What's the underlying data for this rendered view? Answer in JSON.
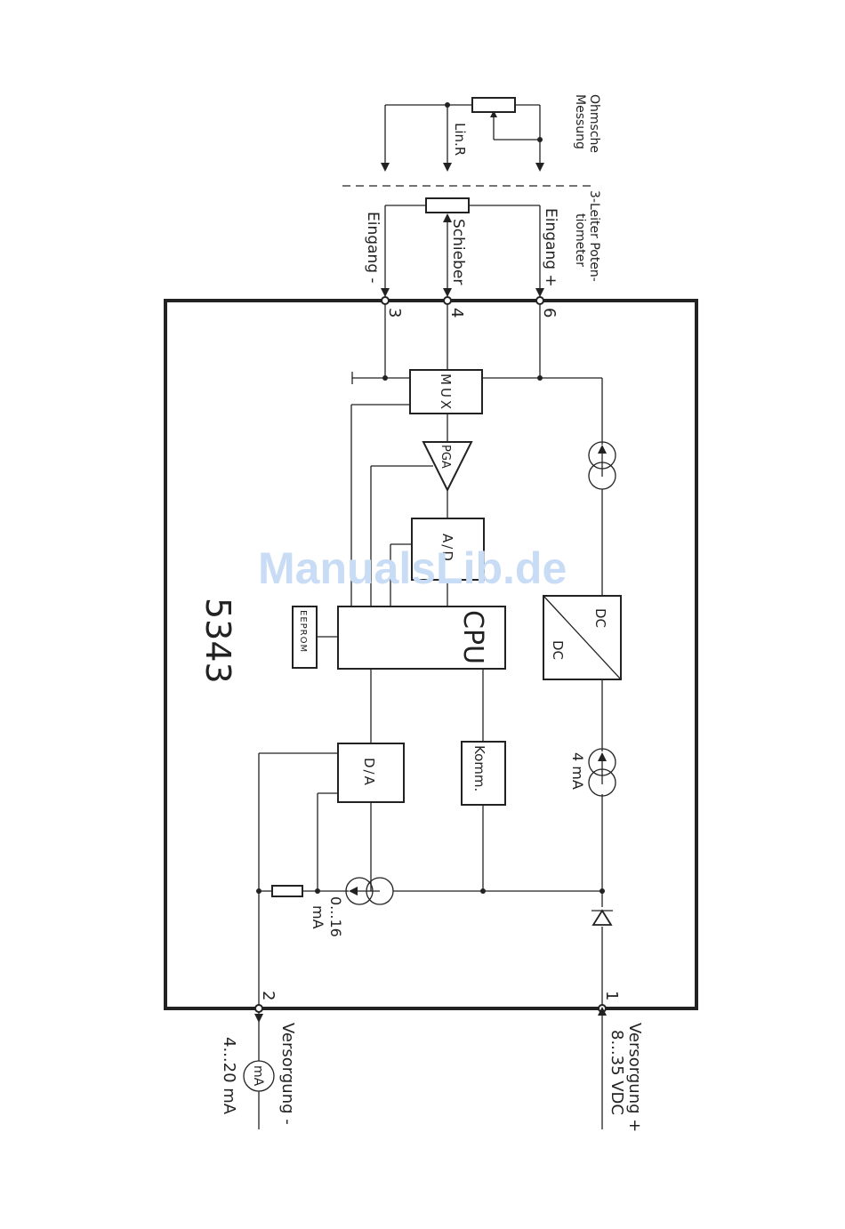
{
  "model": "5343",
  "watermark": "ManualsLib.de",
  "blocks": {
    "mux": "MUX",
    "pga": "PGA",
    "ad": "A/D",
    "cpu": "CPU",
    "eeprom": "EEPROM",
    "dcdc_top": "DC",
    "dcdc_bottom": "DC",
    "da": "D/A",
    "komm": "Komm."
  },
  "labels": {
    "ohmsche_1": "Ohmsche",
    "ohmsche_2": "Messung",
    "linr": "Lin.R",
    "poti_1": "3-Leiter Poten-",
    "poti_2": "tiometer",
    "eingang_minus": "Eingang -",
    "schieber": "Schieber",
    "eingang_plus": "Eingang +",
    "current_4ma": "4 mA",
    "current_016_1": "0...16",
    "current_016_2": "mA",
    "vplus_1": "Versorgung +",
    "vplus_2": "8...35 VDC",
    "vminus_1": "Versorgung -",
    "vminus_2": "4...20 mA",
    "meter": "mA"
  },
  "terminals": [
    "3",
    "4",
    "6",
    "1",
    "2"
  ]
}
